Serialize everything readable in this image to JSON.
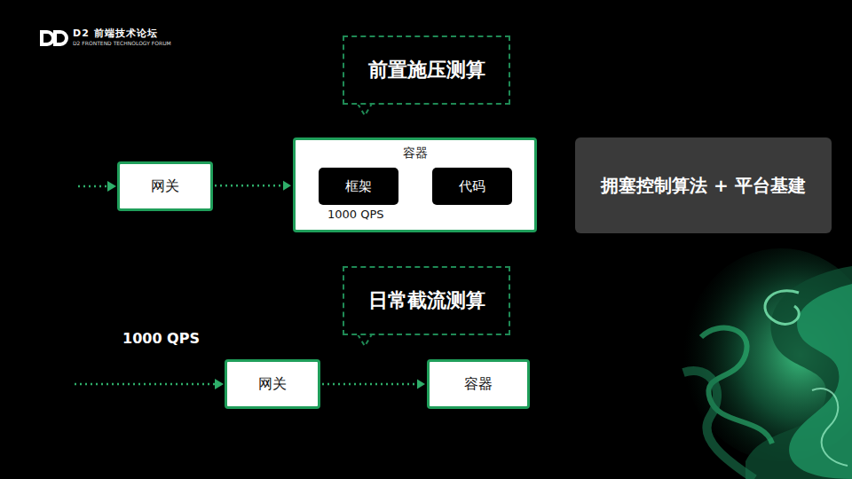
{
  "diagram": {
    "nodes": [
      {
        "text": [
          "前置施压测算"
        ]
      },
      {
        "text": [
          "网关"
        ]
      },
      {
        "text": [
          "容器",
          "1000 QPS"
        ]
      },
      {
        "text": [
          "框架"
        ],
        "in": 2
      },
      {
        "text": [
          "代码"
        ],
        "in": 2
      },
      {
        "text": [
          "拥塞控制算法 + 平台基建"
        ]
      },
      {
        "text": [
          "日常截流测算"
        ]
      },
      {
        "text": [
          "网关"
        ]
      },
      {
        "text": [
          "容器"
        ]
      }
    ],
    "edges": [
      {
        "from": 1,
        "to": 2,
        "arrow": "to"
      },
      {
        "from": 3,
        "to": 4,
        "arrow": "to"
      },
      {
        "from": 7,
        "to": 8,
        "arrow": "to"
      }
    ],
    "labels": [
      "D2 前端技术论坛",
      "D2 FRONTEND TECHNOLOGY FORUM",
      "1000 QPS"
    ]
  }
}
